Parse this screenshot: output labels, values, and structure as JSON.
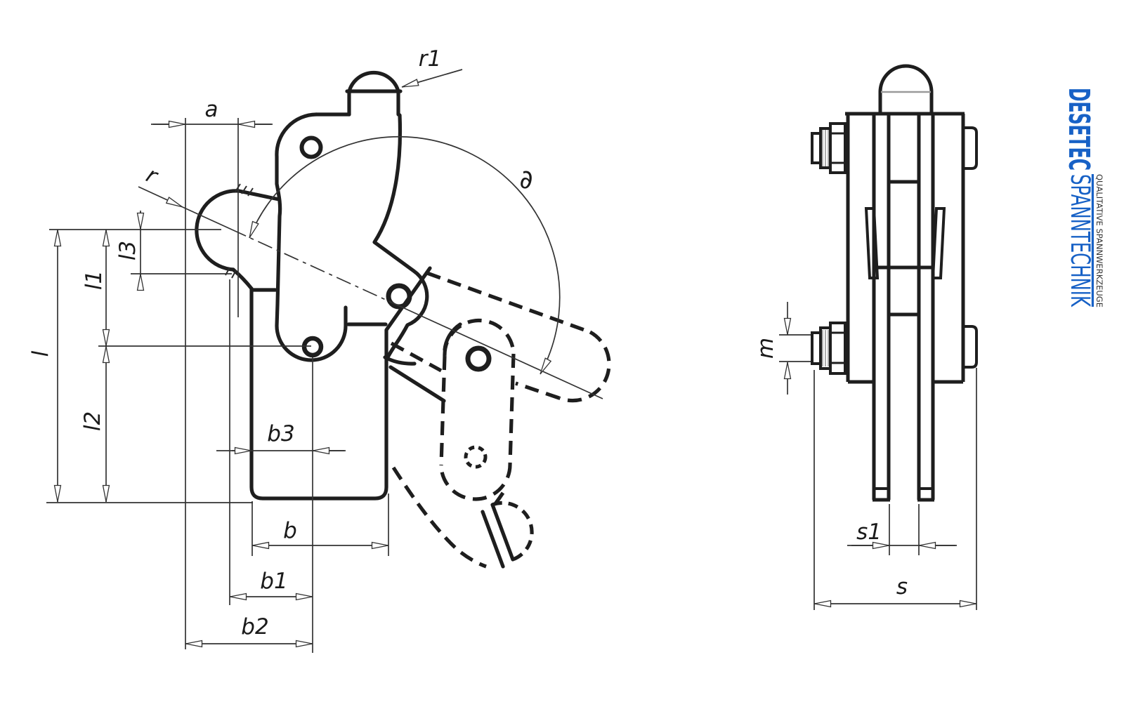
{
  "drawing": {
    "type": "technical-dimension-drawing",
    "line_color": "#1e1e1e",
    "dim_color": "#333333",
    "background": "#ffffff",
    "side_view": {
      "labels": {
        "r1": "r1",
        "a": "a",
        "r": "r",
        "l3": "l3",
        "l1": "l1",
        "l": "l",
        "l2": "l2",
        "angle": "∂",
        "b3": "b3",
        "b": "b",
        "b1": "b1",
        "b2": "b2"
      }
    },
    "front_view": {
      "labels": {
        "m": "m",
        "s1": "s1",
        "s": "s"
      }
    },
    "logo": {
      "brand": "DESETEC",
      "subtitle": "SPANNTECHNIK",
      "tagline": "QUALITATIVE SPANNWERKZEUGE",
      "brand_color": "#1761C6",
      "tagline_color": "#333333"
    }
  }
}
